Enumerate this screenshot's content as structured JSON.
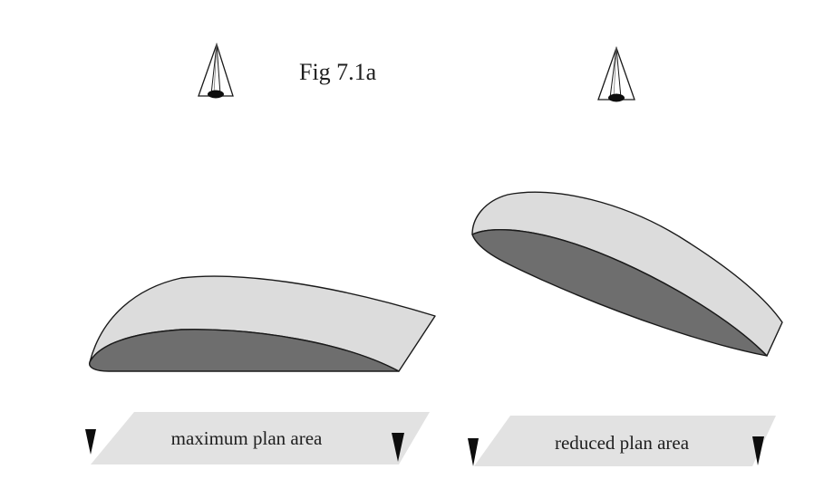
{
  "figure": {
    "title": "Fig 7.1a",
    "colors": {
      "upper_surface": "#dcdcdc",
      "lower_surface": "#6e6e6e",
      "outline": "#1a1a1a",
      "plan_band": "#e2e2e2",
      "marker": "#0d0d0d"
    },
    "left_panel": {
      "label": "maximum plan area",
      "observer_icon": "eye-observer-icon",
      "marker_icon": "triangle-marker-icon"
    },
    "right_panel": {
      "label": "reduced plan area",
      "observer_icon": "eye-observer-icon",
      "marker_icon": "triangle-marker-icon"
    }
  }
}
